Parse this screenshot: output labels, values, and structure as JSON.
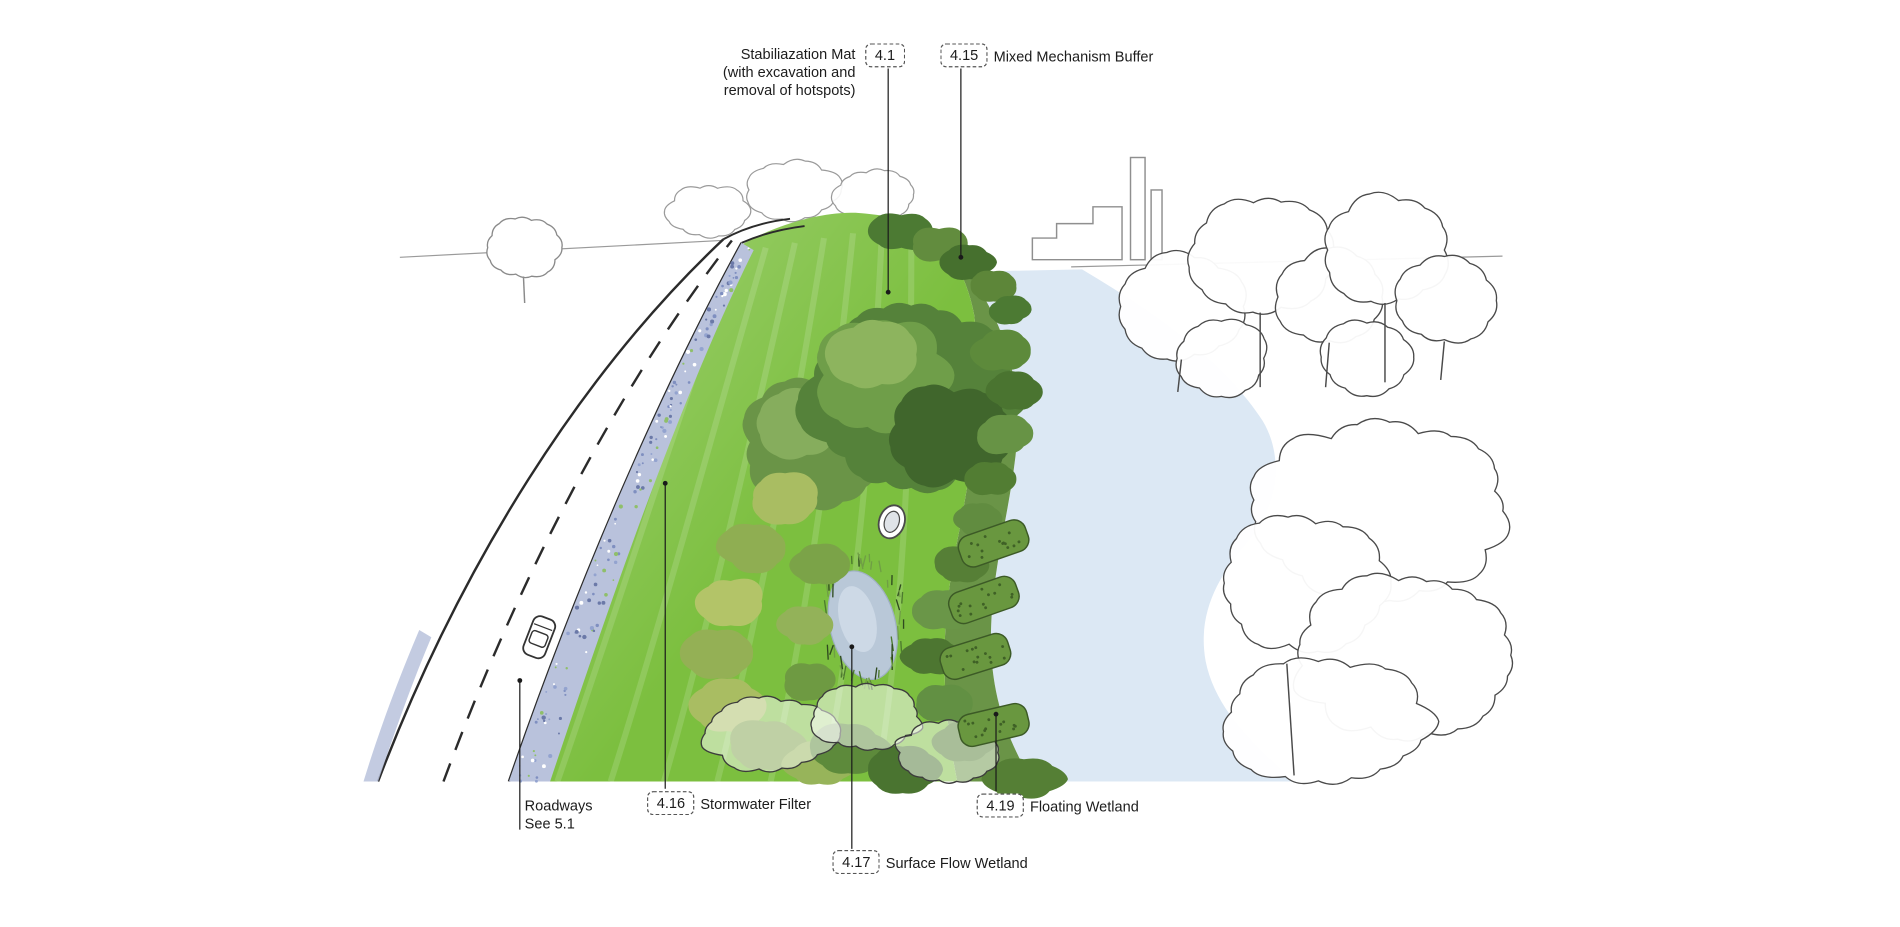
{
  "colors": {
    "grass": "#7cbf3f",
    "water": "#dce8f4",
    "filter_strip": "#b9c2dc",
    "bank_vegetation": "#6a9447",
    "floating_wetland": "#69973f",
    "pond": "#b9c8d8",
    "road_line": "#2b2b2b",
    "outline_tree": "#4a4a4a"
  },
  "callouts": {
    "stabilization_mat": {
      "tag": "4.1",
      "label": "Stabiliazation Mat\n(with excavation and\nremoval of hotspots)"
    },
    "mixed_mechanism_buffer": {
      "tag": "4.15",
      "label": "Mixed Mechanism Buffer"
    },
    "roadways": {
      "label": "Roadways\nSee 5.1"
    },
    "stormwater_filter": {
      "tag": "4.16",
      "label": "Stormwater Filter"
    },
    "surface_flow_wetland": {
      "tag": "4.17",
      "label": "Surface Flow Wetland"
    },
    "floating_wetland": {
      "tag": "4.19",
      "label": "Floating Wetland"
    }
  }
}
